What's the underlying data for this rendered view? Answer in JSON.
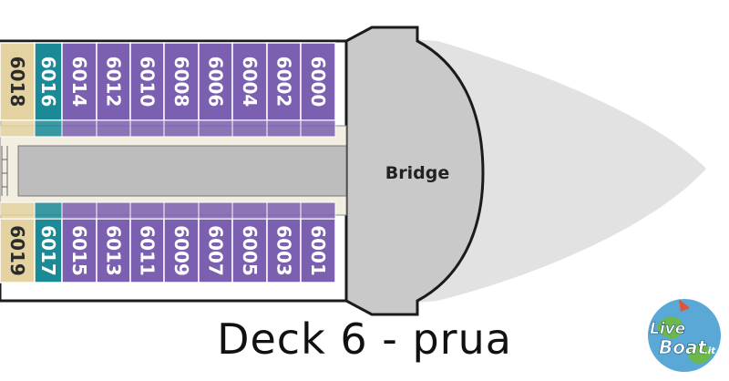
{
  "title": "Deck 6 - prua",
  "bridge_label": "Bridge",
  "colors": {
    "suite_purple": "#7b5fb0",
    "teal": "#1a8a96",
    "tan": "#e4d3a1",
    "bridge_gray": "#c8c8c8",
    "bow_light": "#e2e2e2",
    "corridor": "#f2efe2",
    "outline": "#1b1b1b"
  },
  "cabins": {
    "top": [
      {
        "number": "6018",
        "type": "tan"
      },
      {
        "number": "6016",
        "type": "teal"
      },
      {
        "number": "6014",
        "type": "purple"
      },
      {
        "number": "6012",
        "type": "purple"
      },
      {
        "number": "6010",
        "type": "purple"
      },
      {
        "number": "6008",
        "type": "purple"
      },
      {
        "number": "6006",
        "type": "purple"
      },
      {
        "number": "6004",
        "type": "purple"
      },
      {
        "number": "6002",
        "type": "purple"
      },
      {
        "number": "6000",
        "type": "purple"
      }
    ],
    "bottom": [
      {
        "number": "6019",
        "type": "tan"
      },
      {
        "number": "6017",
        "type": "teal"
      },
      {
        "number": "6015",
        "type": "purple"
      },
      {
        "number": "6013",
        "type": "purple"
      },
      {
        "number": "6011",
        "type": "purple"
      },
      {
        "number": "6009",
        "type": "purple"
      },
      {
        "number": "6007",
        "type": "purple"
      },
      {
        "number": "6005",
        "type": "purple"
      },
      {
        "number": "6003",
        "type": "purple"
      },
      {
        "number": "6001",
        "type": "purple"
      }
    ]
  },
  "logo": {
    "line1": "Live",
    "line2": "Boat",
    "suffix": ".it"
  },
  "icons": [
    "ship-bow-icon",
    "globe-logo-icon"
  ]
}
